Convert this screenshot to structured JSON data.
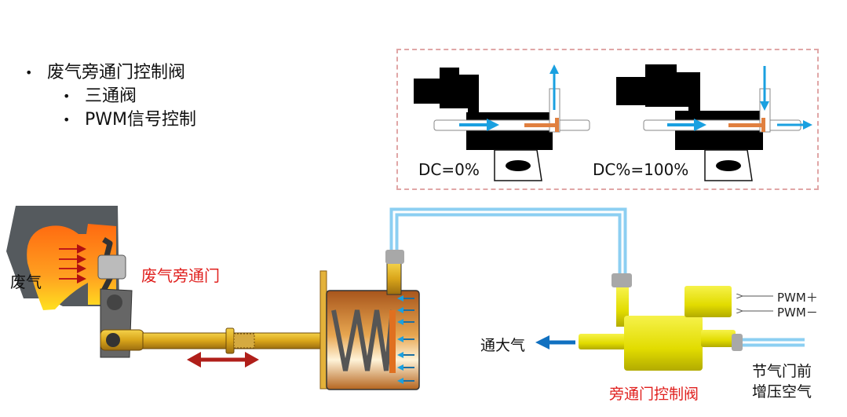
{
  "bullets": {
    "main": "废气旁通门控制阀",
    "sub": [
      "三通阀",
      "PWM信号控制"
    ],
    "marker": "•"
  },
  "inset": {
    "state_off_label": "DC=0%",
    "state_on_label": "DC%=100%"
  },
  "diagram": {
    "exhaust_label": "废气",
    "wastegate_label": "废气旁通门",
    "vent_label": "通大气",
    "control_valve_label": "旁通门控制阀",
    "pwm_plus": "PWM＋",
    "pwm_minus": "PWM－",
    "boost_source_line1": "节气门前",
    "boost_source_line2": "增压空气"
  },
  "colors": {
    "air_flow": "#1aa0e0",
    "hose": "#8ccff2",
    "label_red": "#e0201e",
    "motion_arrow": "#b01f1a",
    "valve_yellow": "#e6e000",
    "plunger_orange": "#e08040"
  }
}
